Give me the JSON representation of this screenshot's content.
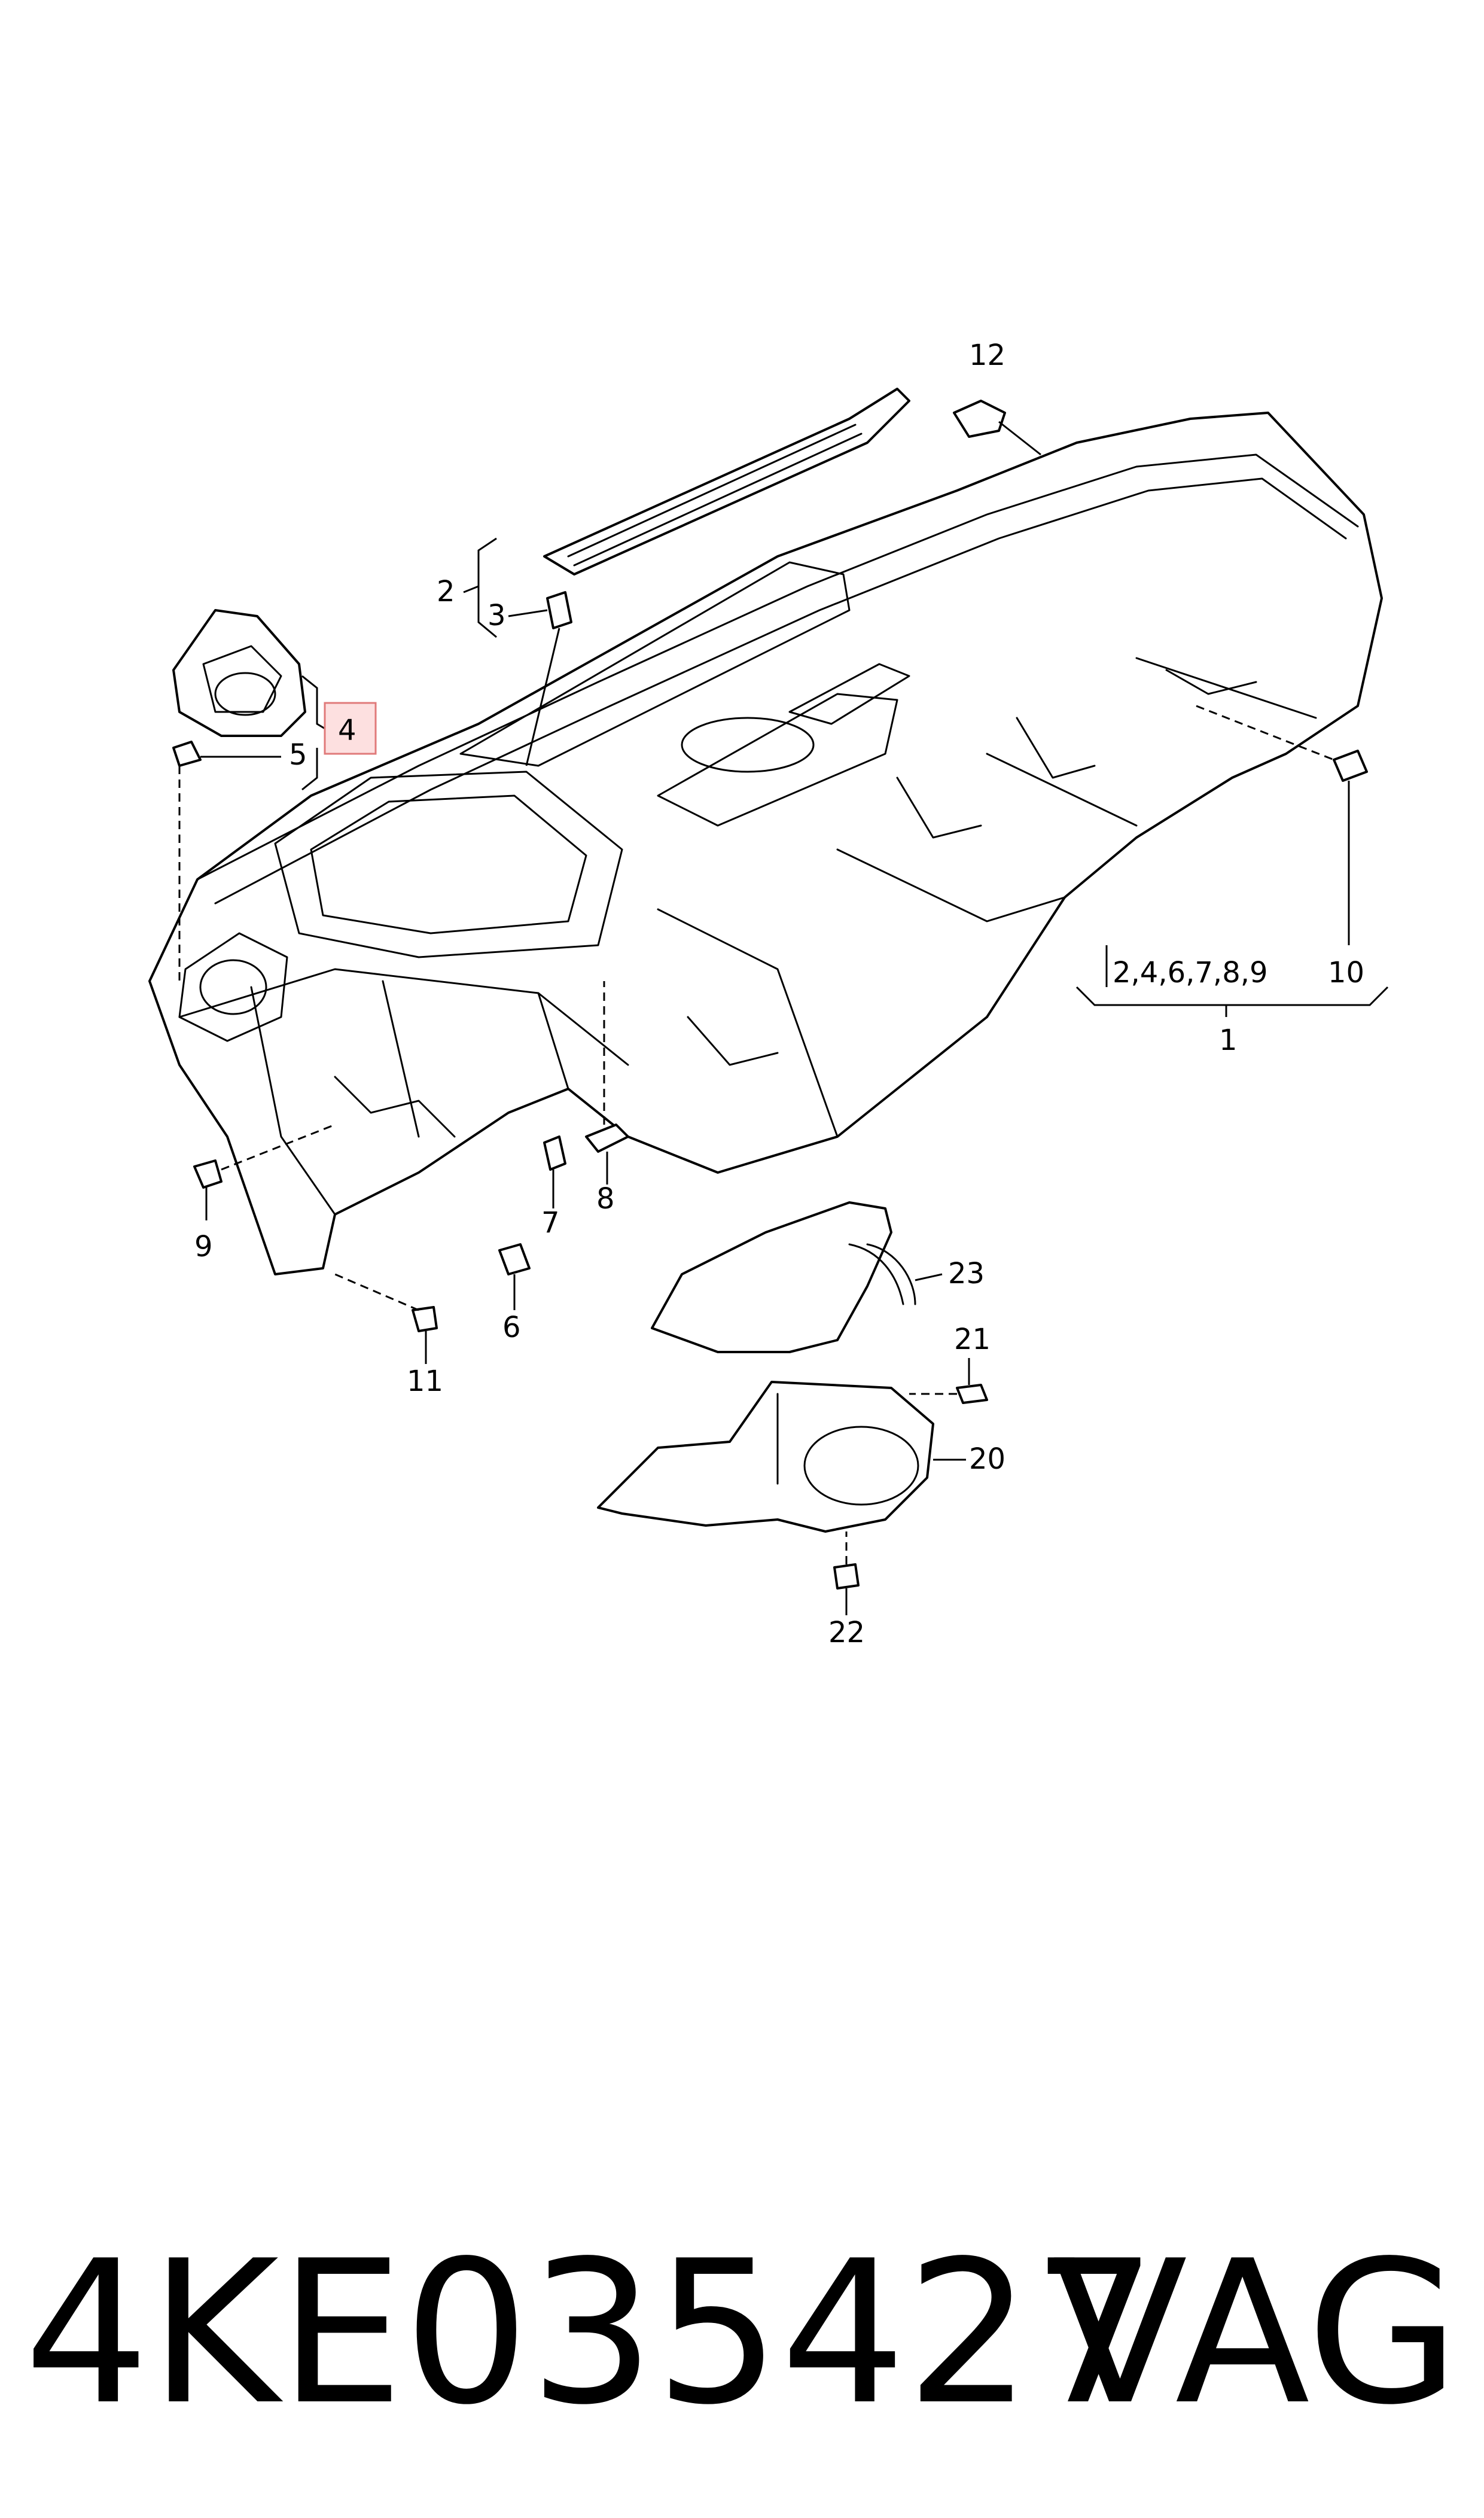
{
  "callouts": {
    "c1": "1",
    "c2": "2",
    "c3": "3",
    "c4": "4",
    "c5": "5",
    "c6": "6",
    "c7": "7",
    "c8": "8",
    "c9": "9",
    "c10": "10",
    "c11": "11",
    "c12": "12",
    "c20": "20",
    "c21": "21",
    "c22": "22",
    "c23": "23",
    "group": "2,4,6,7,8,9"
  },
  "highlight": {
    "part": "4",
    "fill": "#fde0e0",
    "stroke": "#e07a7a"
  },
  "footer": {
    "part_number": "4KE035427",
    "brand": "VAG"
  }
}
